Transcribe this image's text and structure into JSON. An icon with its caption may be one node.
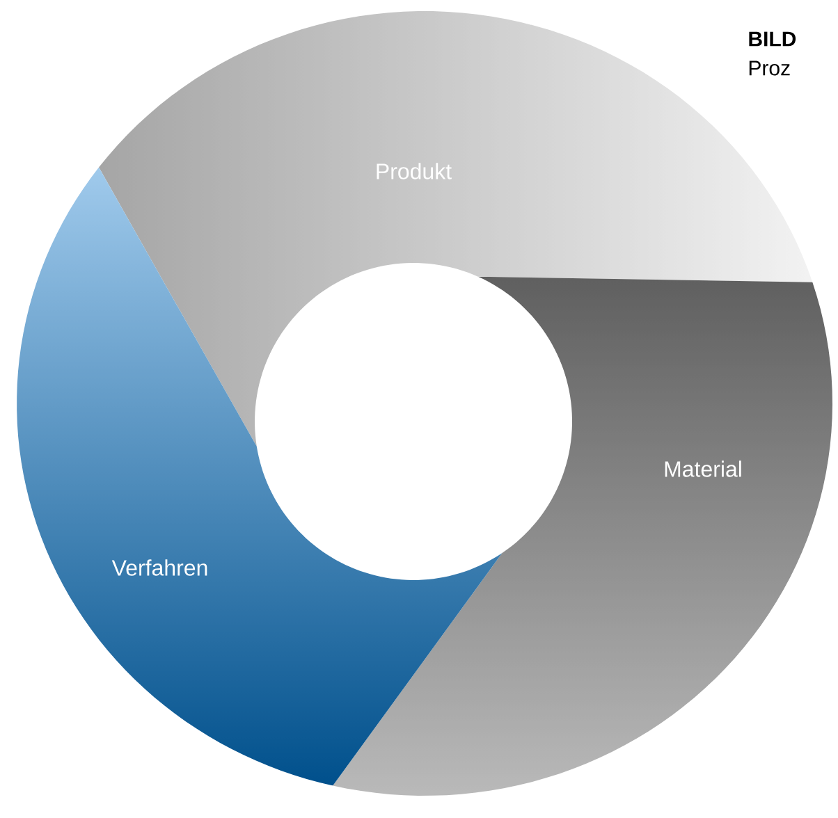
{
  "diagram": {
    "nodes": [
      {
        "text": [
          "Produkt"
        ]
      },
      {
        "text": [
          "Material"
        ]
      },
      {
        "text": [
          "Verfahren"
        ]
      }
    ],
    "labels": [
      "BILD",
      "Proz"
    ]
  }
}
